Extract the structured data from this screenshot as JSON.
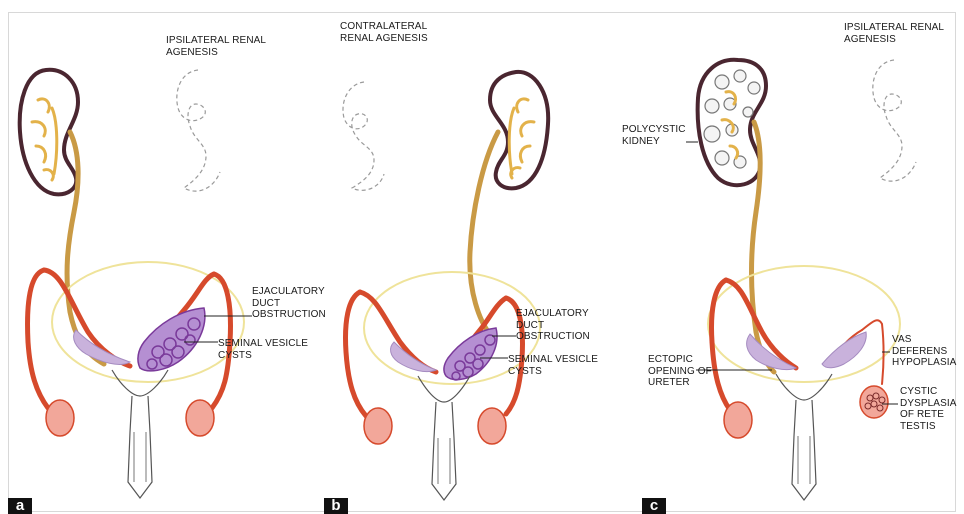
{
  "figure": {
    "panels": [
      {
        "letter": "a",
        "labels": {
          "agenesis": "IPSILATERAL RENAL\nAGENESIS",
          "obstruction": "EJACULATORY\nDUCT\nOBSTRUCTION",
          "cysts": "SEMINAL VESICLE\nCYSTS"
        }
      },
      {
        "letter": "b",
        "labels": {
          "agenesis": "CONTRALATERAL\nRENAL AGENESIS",
          "obstruction": "EJACULATORY\nDUCT\nOBSTRUCTION",
          "cysts": "SEMINAL VESICLE\nCYSTS"
        }
      },
      {
        "letter": "c",
        "labels": {
          "agenesis": "IPSILATERAL RENAL\nAGENESIS",
          "polycystic": "POLYCYSTIC\nKIDNEY",
          "ectopic": "ECTOPIC\nOPENING OF\nURETER",
          "vas": "VAS\nDEFERENS\nHYPOPLASIA",
          "cystic": "CYSTIC\nDYSPLASIA\nOF RETE\nTESTIS"
        }
      }
    ],
    "colors": {
      "kidney": "#4a2630",
      "calyx": "#e3b24a",
      "ureter": "#c99a45",
      "vas": "#d64a2c",
      "vesicle": "#c9b2dc",
      "cyst": "#7a3a9a",
      "bladder": "#efe39a",
      "testis": "#f2a79a",
      "dashed": "#9a9a9a"
    }
  }
}
